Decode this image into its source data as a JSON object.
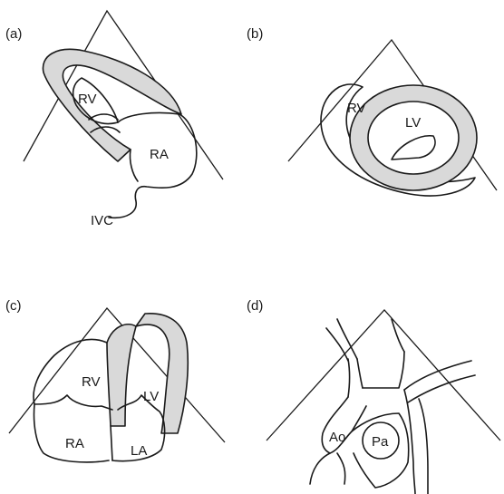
{
  "panels": [
    {
      "id": "a",
      "label": "(a)",
      "chambers": [
        "RV",
        "RA",
        "IVC"
      ]
    },
    {
      "id": "b",
      "label": "(b)",
      "chambers": [
        "RV",
        "LV"
      ]
    },
    {
      "id": "c",
      "label": "(c)",
      "chambers": [
        "RV",
        "LV",
        "RA",
        "LA"
      ]
    },
    {
      "id": "d",
      "label": "(d)",
      "chambers": [
        "Ao",
        "Pa"
      ]
    }
  ],
  "colors": {
    "line": "#1a1a1a",
    "wall_fill": "#d9d9d9",
    "background": "#ffffff"
  }
}
